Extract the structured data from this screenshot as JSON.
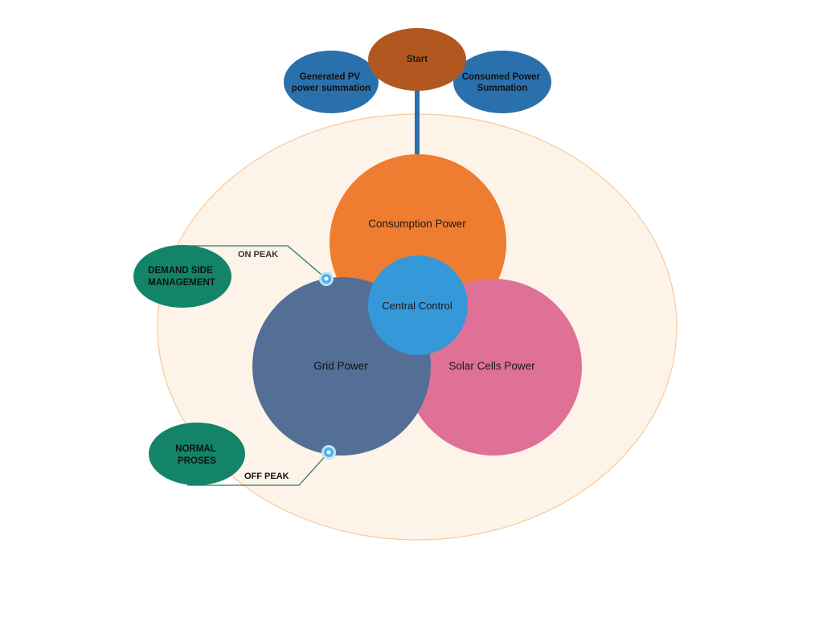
{
  "nodes": {
    "start": "Start",
    "generated_pv": [
      "Generated PV",
      "power summation"
    ],
    "consumed_power": [
      "Consumed Power",
      "Summation"
    ],
    "consumption_power": "Consumption Power",
    "central_control": "Central Control",
    "grid_power": "Grid Power",
    "solar_cells_power": "Solar Cells Power",
    "demand_side": [
      "DEMAND SIDE",
      "MANAGEMENT"
    ],
    "normal_proses": [
      "NORMAL",
      "PROSES"
    ]
  },
  "connectors": {
    "on_peak": "ON PEAK",
    "off_peak": "OFF PEAK"
  },
  "colors": {
    "start": "#b1571f",
    "summary_blue": "#2a70ad",
    "consumption": "#ee7d31",
    "central": "#3498d9",
    "grid": "#546f95",
    "solar": "#df7096",
    "management": "#138468",
    "halo_fill": "#fef3e9",
    "halo_stroke": "#f7c99a",
    "connector": "#2f7a64",
    "stem": "#2a70ad"
  }
}
